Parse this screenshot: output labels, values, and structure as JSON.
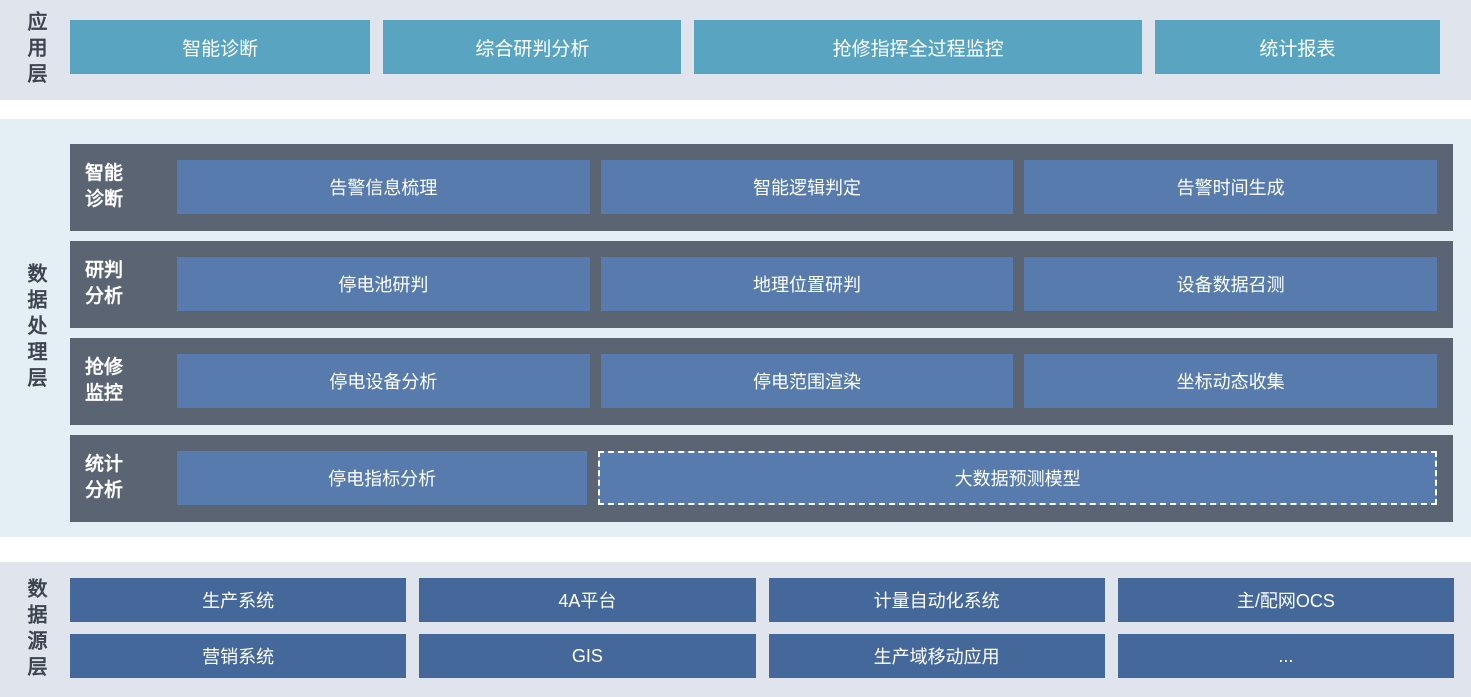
{
  "layers": {
    "application": {
      "title": "应用层",
      "boxes": [
        "智能诊断",
        "综合研判分析",
        "抢修指挥全过程监控",
        "统计报表"
      ]
    },
    "processing": {
      "title": "数据处理层",
      "rows": [
        {
          "label": "智能\n诊断",
          "boxes": [
            "告警信息梳理",
            "智能逻辑判定",
            "告警时间生成"
          ]
        },
        {
          "label": "研判\n分析",
          "boxes": [
            "停电池研判",
            "地理位置研判",
            "设备数据召测"
          ]
        },
        {
          "label": "抢修\n监控",
          "boxes": [
            "停电设备分析",
            "停电范围渲染",
            "坐标动态收集"
          ]
        },
        {
          "label": "统计\n分析",
          "boxes": [
            "停电指标分析"
          ],
          "dashed": "大数据预测模型"
        }
      ]
    },
    "datasource": {
      "title": "数据源层",
      "rows": [
        [
          "生产系统",
          "4A平台",
          "计量自动化系统",
          "主/配网OCS"
        ],
        [
          "营销系统",
          "GIS",
          "生产域移动应用",
          "..."
        ]
      ]
    }
  },
  "colors": {
    "band_gray": "#dfe4ed",
    "band_blue": "#e4eef5",
    "application_box": "#58a4c1",
    "processing_row": "#5b6473",
    "processing_box": "#567bac",
    "datasource_box": "#45689a",
    "layer_label_text": "#3e4450",
    "box_text": "#ffffff"
  }
}
